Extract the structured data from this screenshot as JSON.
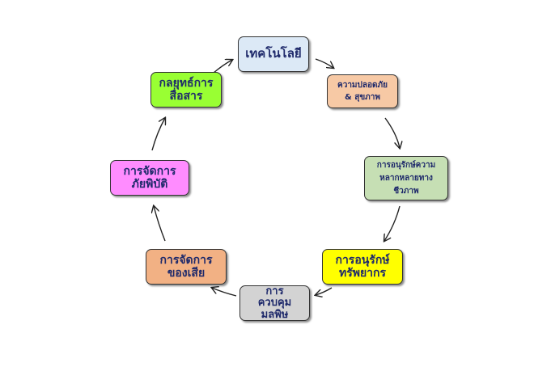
{
  "colors": {
    "technology": "#dce9f6",
    "safety_health": "#f7c9a5",
    "biodiversity": "#c6dfb4",
    "resource_conservation": "#ffff00",
    "pollution_control": "#d3d3d3",
    "waste_management": "#f2b184",
    "disaster_management": "#ff8cff",
    "communication_strategy": "#99ff33",
    "text": "#1f2a6b",
    "arrow": "#222222"
  },
  "nodes": {
    "technology": {
      "lines": [
        "เทคโนโลยี"
      ]
    },
    "safety_health": {
      "lines": [
        "ความปลอดภัย",
        "& สุขภาพ"
      ]
    },
    "biodiversity": {
      "lines": [
        "การอนุรักษ์ความ",
        "หลากหลายทาง",
        "ชีวภาพ"
      ]
    },
    "resource_conservation": {
      "lines": [
        "การอนุรักษ์",
        "ทรัพยากร"
      ]
    },
    "pollution_control": {
      "lines": [
        "การ",
        "ควบคุม",
        "มลพิษ"
      ]
    },
    "waste_management": {
      "lines": [
        "การจัดการ",
        "ของเสีย"
      ]
    },
    "disaster_management": {
      "lines": [
        "การจัดการ",
        "ภัยพิบัติ"
      ]
    },
    "communication_strategy": {
      "lines": [
        "กลยุทธ์การ",
        "สื่อสาร"
      ]
    }
  }
}
